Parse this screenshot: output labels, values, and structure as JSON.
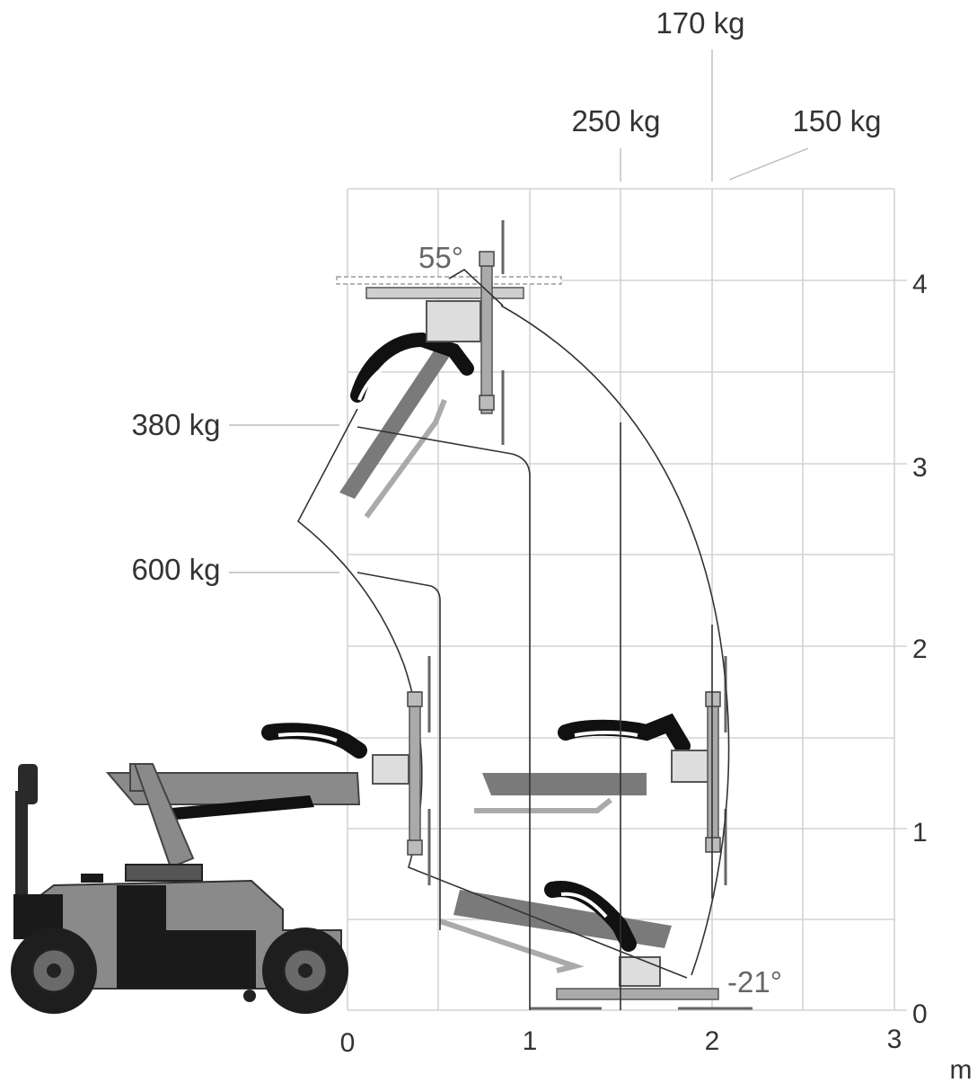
{
  "axis": {
    "x_unit": "m",
    "x_ticks": [
      "0",
      "1",
      "2",
      "3"
    ],
    "y_ticks": [
      "0",
      "1",
      "2",
      "3",
      "4"
    ]
  },
  "load_labels": {
    "kg170": "170 kg",
    "kg250": "250 kg",
    "kg150": "150 kg",
    "kg380": "380 kg",
    "kg600": "600 kg"
  },
  "angles": {
    "max": "55°",
    "min": "-21°"
  },
  "colors": {
    "grid": "#d4d4d4",
    "envelope": "#333333",
    "machine_body": "#8a8a8a",
    "machine_dark": "#1a1a1a"
  }
}
